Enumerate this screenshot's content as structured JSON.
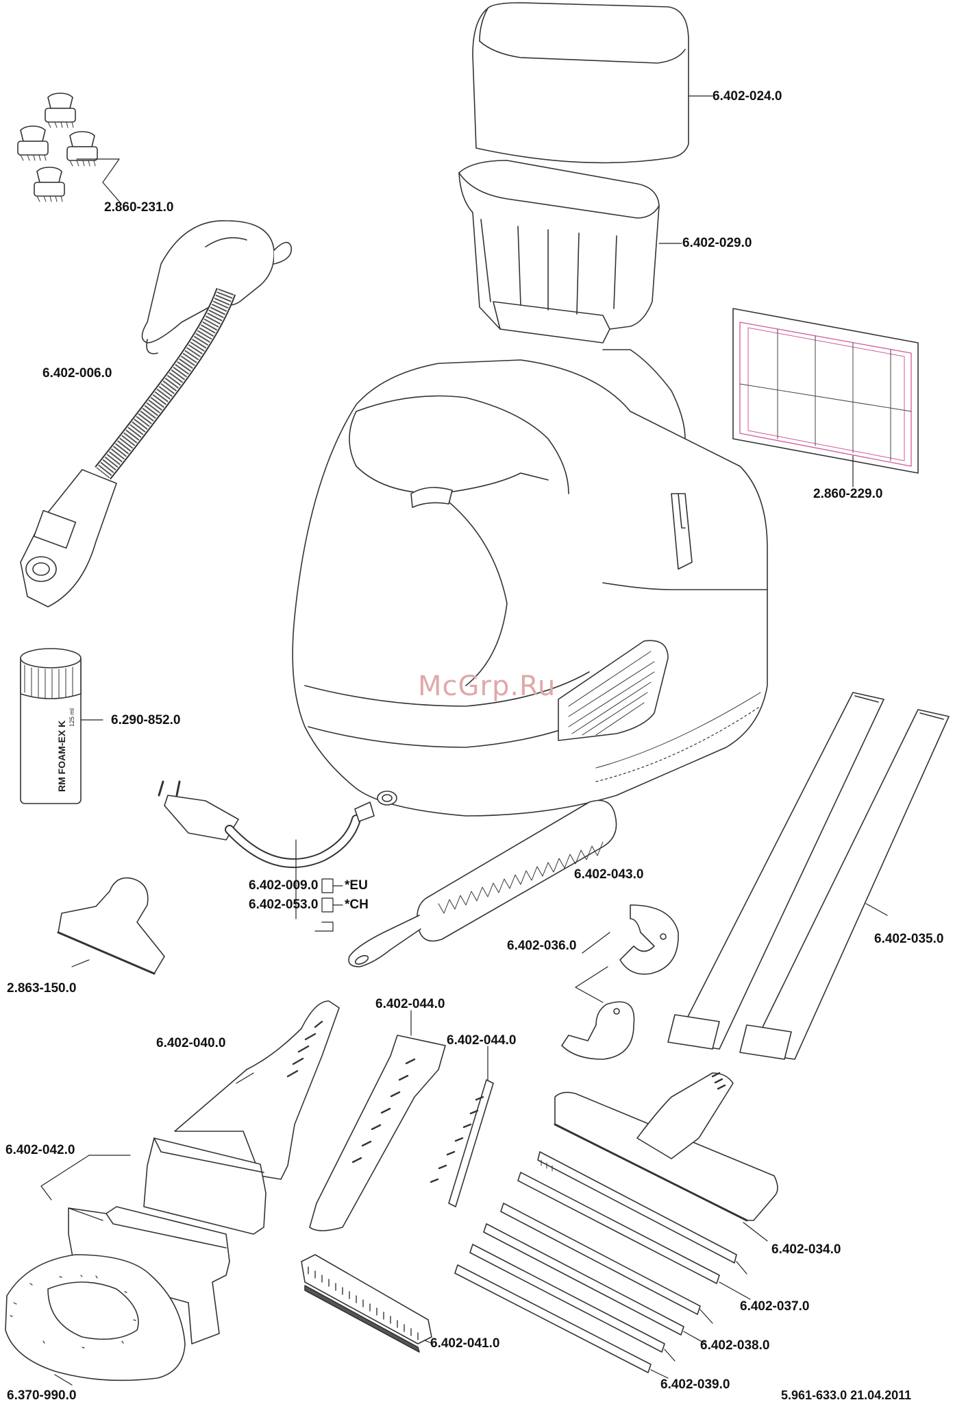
{
  "watermark": "McGrp.Ru",
  "labels": {
    "tank_lid": "6.402-024.0",
    "tank_insert": "6.402-029.0",
    "nozzle_set": "2.860-231.0",
    "hose": "6.402-006.0",
    "filter": "2.860-229.0",
    "foam_bottle": "6.290-852.0",
    "cable_eu_code": "6.402-009.0",
    "cable_eu_suffix": "*EU",
    "cable_ch_code": "6.402-053.0",
    "cable_ch_suffix": "*CH",
    "round_brush": "6.402-043.0",
    "clips": "6.402-036.0",
    "extension_tubes": "6.402-035.0",
    "upholstery_nozzle": "2.863-150.0",
    "hand_nozzle": "6.402-040.0",
    "crevice_a": "6.402-044.0",
    "crevice_b": "6.402-044.0",
    "window_nozzle": "6.402-042.0",
    "floor_nozzle": "6.402-034.0",
    "strip_1": "6.402-037.0",
    "strip_2": "6.402-038.0",
    "strip_3": "6.402-039.0",
    "hand_brush": "6.402-041.0",
    "terry_cloth": "6.370-990.0",
    "doc_ref": "5.961-633.0  21.04.2011"
  },
  "bottle_text": {
    "brand": "RM FOAM-EX K",
    "volume": "125 ml"
  },
  "colors": {
    "line": "#222222",
    "part_stroke": "#333333",
    "accent_filter": "#d05a9a",
    "watermark": "#e0a8a8"
  }
}
